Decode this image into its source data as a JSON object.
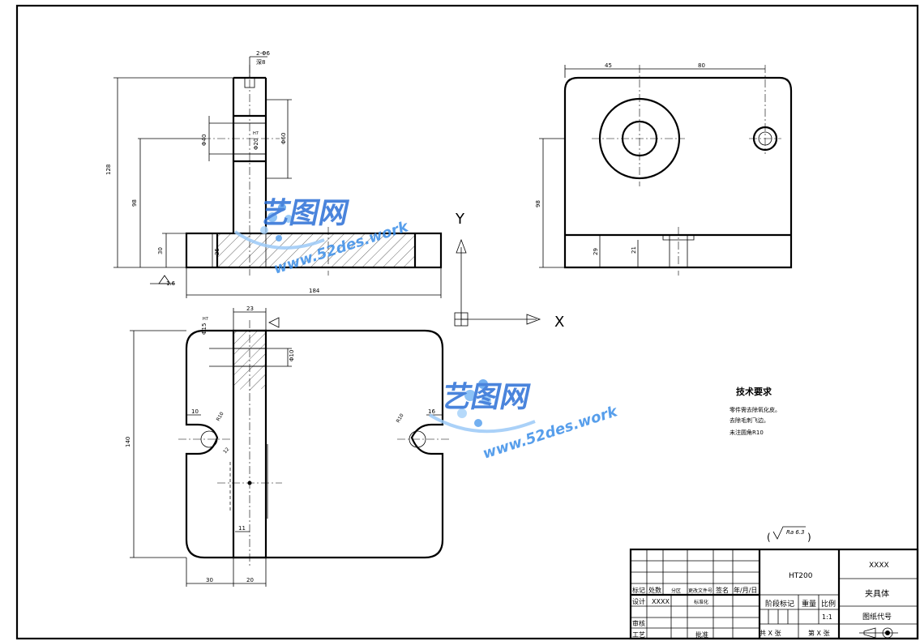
{
  "dimensions": {
    "front": {
      "hole_note": "2-Φ6",
      "hole_depth": "深8",
      "d40": "Φ40",
      "d60": "Φ60",
      "d20": "Φ20",
      "tol": "H7",
      "h128": "128",
      "h98": "98",
      "h30": "30",
      "h25": "25",
      "w184": "184",
      "rough": "1.6"
    },
    "side": {
      "w45": "45",
      "w80": "80",
      "h98": "98",
      "h29": "29",
      "h21": "21"
    },
    "top": {
      "d15_note": "Φ15",
      "tol": "H7",
      "w23": "23",
      "d10": "Φ10",
      "h140": "140",
      "w10": "10",
      "w12": "12",
      "r10": "R10",
      "w30": "30",
      "w20": "20",
      "w11": "11",
      "w16": "16",
      "r10b": "R10"
    }
  },
  "axis": {
    "x": "X",
    "y": "Y"
  },
  "tech_requirements": {
    "title": "技术要求",
    "lines": [
      "零件需去除氧化皮。",
      "去除毛刺飞边。",
      "未注圆角R10"
    ]
  },
  "surface_roughness": "Ra 6.3",
  "title_block": {
    "material": "HT200",
    "company": "XXXX",
    "part_name": "夹具体",
    "drawing_code": "图纸代号",
    "scale": "1:1",
    "stage_mark": "阶段标记",
    "weight": "重量",
    "scale_label": "比例",
    "row_labels": [
      "标记",
      "处数",
      "分区",
      "更改文件号",
      "签名",
      "年/月/日"
    ],
    "design": "设计",
    "designer": "XXXX",
    "standard": "标准化",
    "review": "审核",
    "process": "工艺",
    "approve": "批准",
    "sheets_total": "共 X 张",
    "sheet_no": "第 X 张"
  },
  "watermark": {
    "logo_text": "艺图网",
    "url": "www.52des.work"
  }
}
